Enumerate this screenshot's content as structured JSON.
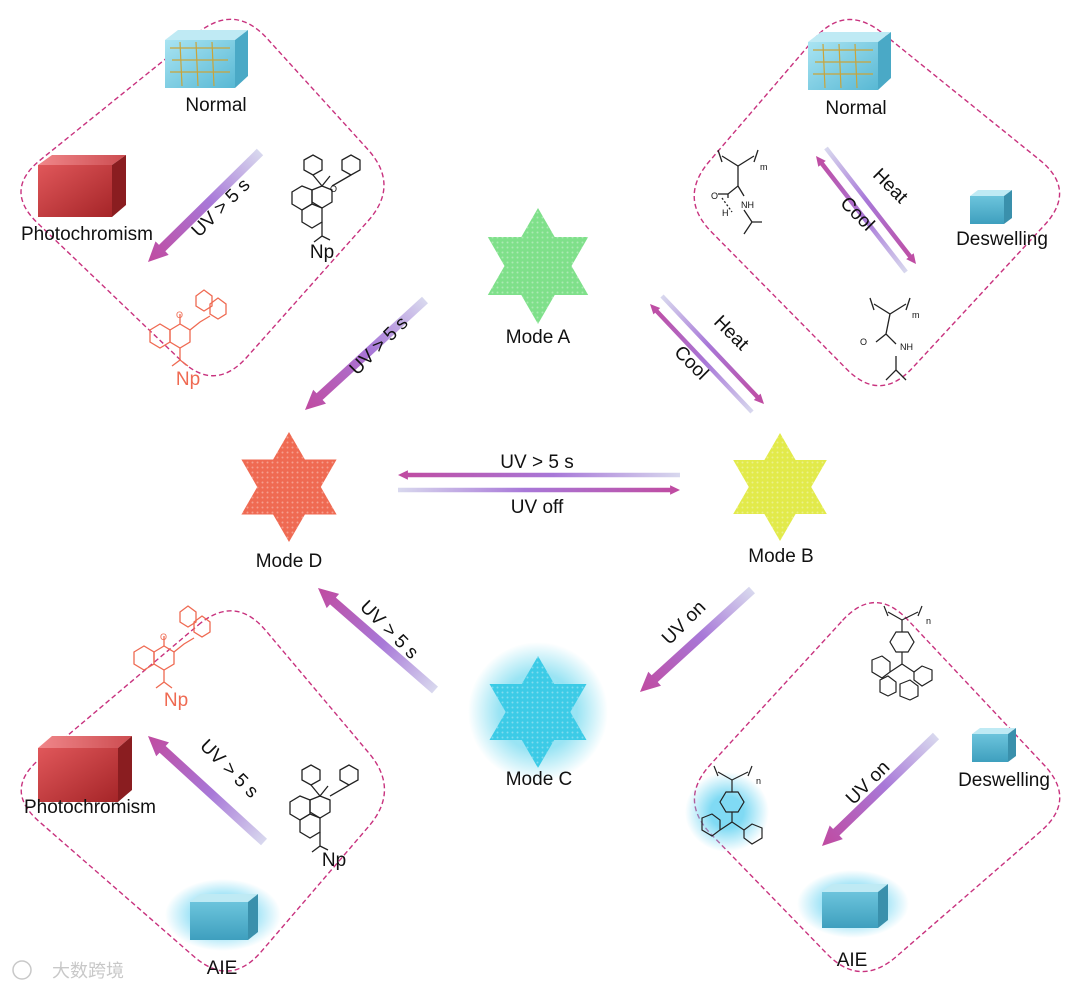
{
  "modes": {
    "a": {
      "label": "Mode A",
      "color": "#7fe08a"
    },
    "b": {
      "label": "Mode B",
      "color": "#e2ea4a"
    },
    "c": {
      "label": "Mode C",
      "color": "#3ccbe6"
    },
    "d": {
      "label": "Mode D",
      "color": "#ef6a52"
    }
  },
  "transitions": {
    "a_to_d": "UV > 5 s",
    "a_b_forward": "Heat",
    "a_b_back": "Cool",
    "b_to_d": "UV > 5 s",
    "d_to_b": "UV off",
    "b_to_c": "UV on",
    "c_to_d": "UV > 5 s"
  },
  "panels": {
    "top_left": {
      "state_1": "Normal",
      "state_2": "Photochromism",
      "arrow": "UV > 5 s",
      "molecule_label": "Np",
      "product_label": "Np"
    },
    "top_right": {
      "state_1": "Normal",
      "state_2": "Deswelling",
      "arrow_forward": "Heat",
      "arrow_back": "Cool",
      "sub_m1": "m",
      "sub_m2": "m",
      "atom_h2": "H",
      "atom_nh1": "NH",
      "atom_nh2": "NH"
    },
    "bottom_left": {
      "state_1": "Photochromism",
      "state_2": "AIE",
      "arrow": "UV > 5 s",
      "molecule_label": "Np",
      "product_label": "Np"
    },
    "bottom_right": {
      "state_1": "Deswelling",
      "state_2": "AIE",
      "arrow": "UV on",
      "sub_n1": "n",
      "sub_n2": "n"
    }
  },
  "watermark": "大数跨境",
  "colors": {
    "arrow_start": "#c04aa0",
    "arrow_mid": "#a878d8",
    "arrow_end": "#d8d8ee",
    "panel_border": "#c8327e",
    "molecule_red": "#ef6a52",
    "gel_blue": "#7fd0e8",
    "gel_red": "#c8393a"
  }
}
